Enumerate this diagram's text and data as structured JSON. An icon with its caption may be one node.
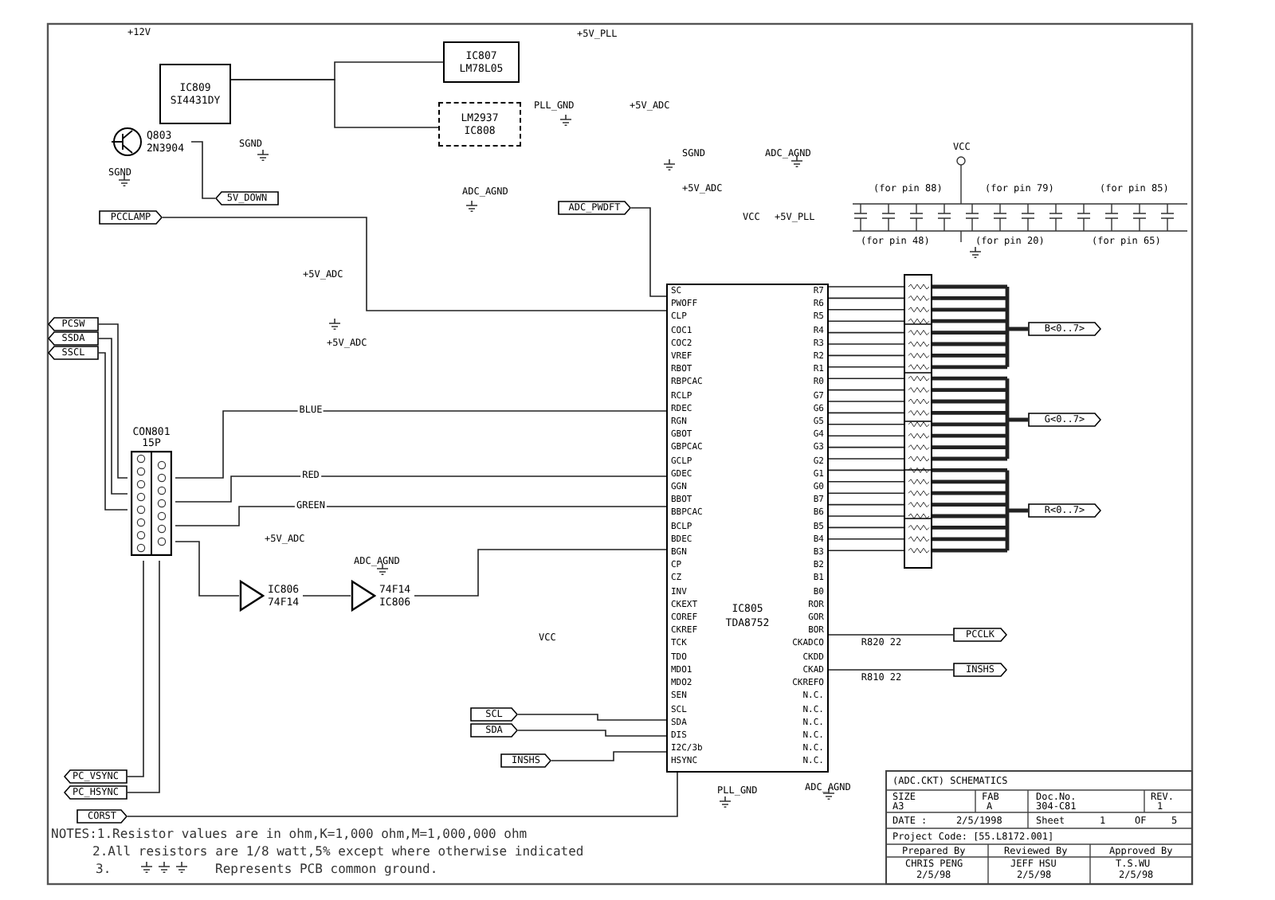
{
  "diagram": {
    "nodes": [
      {
        "text": [
          "IC809",
          "SI4431DY"
        ]
      },
      {
        "text": [
          "IC807",
          "LM78L05"
        ]
      },
      {
        "text": [
          "LM2937",
          "IC808"
        ]
      },
      {
        "text": [
          "Q803",
          "2N3904"
        ]
      },
      {
        "text": [
          "IC805",
          "TDA8752",
          "SC",
          "PWOFF",
          "CLP",
          "COC1",
          "COC2",
          "VREF",
          "RBOT",
          "RBPCAC",
          "RCLP",
          "RDEC",
          "RGN",
          "GBOT",
          "GBPCAC",
          "GCLP",
          "GDEC",
          "GGN",
          "BBOT",
          "BBPCAC",
          "BCLP",
          "BDEC",
          "BGN",
          "CP",
          "CZ",
          "INV",
          "CKEXT",
          "COREF",
          "CKREF",
          "TCK",
          "TDO",
          "MDO1",
          "MDO2",
          "SEN",
          "SCL",
          "SDA",
          "DIS",
          "I2C/3b",
          "HSYNC",
          "R7",
          "R6",
          "R5",
          "R4",
          "R3",
          "R2",
          "R1",
          "R0",
          "G7",
          "G6",
          "G5",
          "G4",
          "G3",
          "G2",
          "G1",
          "G0",
          "B7",
          "B6",
          "B5",
          "B4",
          "B3",
          "B2",
          "B1",
          "B0",
          "ROR",
          "GOR",
          "BOR",
          "CKADCO",
          "CKDD",
          "CKAD",
          "CKREFO",
          "N.C.",
          "N.C.",
          "N.C.",
          "N.C.",
          "N.C.",
          "N.C."
        ]
      },
      {
        "text": [],
        "shape": "box"
      },
      {
        "text": [
          "CON801",
          "15P"
        ]
      },
      {
        "text": [
          "IC806",
          "74F14"
        ]
      },
      {
        "text": [
          "74F14",
          "IC806"
        ]
      },
      {
        "text": [
          "5V_DOWN"
        ]
      },
      {
        "text": [
          "PCCLAMP"
        ]
      },
      {
        "text": [
          "ADC_PWDFT"
        ]
      },
      {
        "text": [
          "PCSW"
        ]
      },
      {
        "text": [
          "SSDA"
        ]
      },
      {
        "text": [
          "SSCL"
        ]
      },
      {
        "text": [
          "PC_VSYNC"
        ]
      },
      {
        "text": [
          "PC_HSYNC"
        ]
      },
      {
        "text": [
          "CORST"
        ]
      },
      {
        "text": [
          "SCL"
        ]
      },
      {
        "text": [
          "SDA"
        ]
      },
      {
        "text": [
          "INSHS"
        ]
      },
      {
        "text": [
          "PCCLK"
        ]
      },
      {
        "text": [
          "INSHS"
        ]
      },
      {
        "text": [
          "B<0..7>"
        ]
      },
      {
        "text": [
          "G<0..7>"
        ]
      },
      {
        "text": [
          "R<0..7>"
        ]
      }
    ],
    "edges": [
      {
        "from": 0,
        "to": 2,
        "arrow": "none"
      },
      {
        "from": 0,
        "to": 1,
        "arrow": "none"
      },
      {
        "from": 3,
        "to": 9,
        "arrow": "none"
      },
      {
        "from": 10,
        "to": 4,
        "arrow": "none"
      },
      {
        "from": 11,
        "to": 4,
        "arrow": "none"
      },
      {
        "from": 12,
        "to": 6,
        "arrow": "none"
      },
      {
        "from": 13,
        "to": 6,
        "arrow": "none"
      },
      {
        "from": 14,
        "to": 6,
        "arrow": "none"
      },
      {
        "from": 6,
        "to": 7,
        "arrow": "none"
      },
      {
        "from": 7,
        "to": 8,
        "arrow": "none"
      },
      {
        "from": 8,
        "to": 4,
        "arrow": "none"
      },
      {
        "from": 15,
        "to": 6,
        "arrow": "none"
      },
      {
        "from": 16,
        "to": 6,
        "arrow": "none"
      },
      {
        "from": 17,
        "to": 4,
        "arrow": "none"
      },
      {
        "from": 18,
        "to": 4,
        "arrow": "none"
      },
      {
        "from": 19,
        "to": 4,
        "arrow": "none"
      },
      {
        "from": 20,
        "to": 4,
        "arrow": "none"
      },
      {
        "from": 4,
        "to": 21,
        "arrow": "none",
        "label": "R820 22"
      },
      {
        "from": 4,
        "to": 22,
        "arrow": "none",
        "label": "R810 22"
      },
      {
        "from": 4,
        "to": 5,
        "arrow": "none"
      },
      {
        "from": 5,
        "to": 23,
        "arrow": "none",
        "style": "thick"
      },
      {
        "from": 5,
        "to": 24,
        "arrow": "none",
        "style": "thick"
      },
      {
        "from": 5,
        "to": 25,
        "arrow": "none",
        "style": "thick"
      },
      {
        "from": 6,
        "to": 4,
        "arrow": "none",
        "label": "BLUE"
      },
      {
        "from": 6,
        "to": 4,
        "arrow": "none",
        "label": "RED"
      },
      {
        "from": 6,
        "to": 4,
        "arrow": "none",
        "label": "GREEN"
      }
    ],
    "labels": [
      "+12V",
      "+5V_PLL",
      "SGND",
      "SGND",
      "PLL_GND",
      "+5V_ADC",
      "ADC_AGND",
      "SGND",
      "ADC_AGND",
      "VCC",
      "(for pin 88)",
      "(for pin 79)",
      "(for pin 85)",
      "(for pin 48)",
      "(for pin 20)",
      "(for pin 65)",
      "+5V_ADC",
      "VCC",
      "+5V_PLL",
      "+5V_ADC",
      "+5V_ADC",
      "+5V_ADC",
      "ADC_AGND",
      "PLL_GND",
      "ADC_AGND",
      "VCC",
      "NOTES:1.Resistor values are in ohm,K=1,000 ohm,M=1,000,000 ohm",
      "2.All resistors are 1/8 watt,5% except where otherwise indicated",
      "3.",
      "Represents PCB common ground.",
      "(ADC.CKT) SCHEMATICS",
      "SIZE",
      "A3",
      "FAB",
      "A",
      "Doc.No.",
      "304-C81",
      "REV.",
      "1",
      "DATE :",
      "2/5/1998",
      "Sheet",
      "1",
      "OF",
      "5",
      "Project Code: [55.L8172.001]",
      "Prepared By",
      "Reviewed By",
      "Approved By",
      "CHRIS PENG",
      "2/5/98",
      "JEFF HSU",
      "2/5/98",
      "T.S.WU",
      "2/5/98"
    ]
  }
}
